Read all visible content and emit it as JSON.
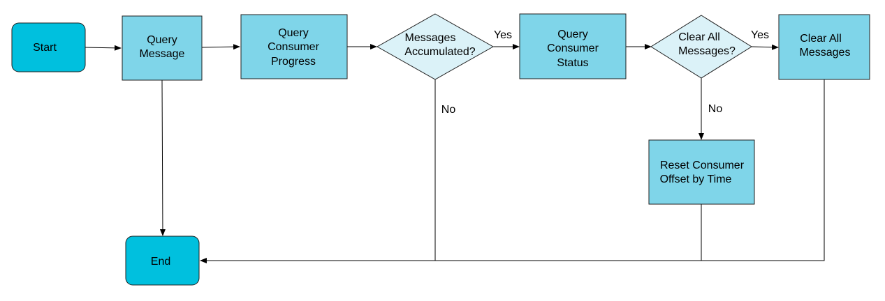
{
  "colors": {
    "terminal_fill": "#00c0de",
    "process_fill": "#7fd5e9",
    "decision_fill": "#dbf2f8",
    "stroke": "#1f1f1f",
    "line": "#000000"
  },
  "nodes": {
    "start": {
      "label": "Start"
    },
    "end": {
      "label": "End"
    },
    "query_message": {
      "line1": "Query",
      "line2": "Message"
    },
    "query_consumer_progress": {
      "line1": "Query",
      "line2": "Consumer",
      "line3": "Progress"
    },
    "messages_accumulated": {
      "line1": "Messages",
      "line2": "Accumulated?"
    },
    "query_consumer_status": {
      "line1": "Query",
      "line2": "Consumer",
      "line3": "Status"
    },
    "clear_all_messages_decision": {
      "line1": "Clear All",
      "line2": "Messages?"
    },
    "clear_all_messages": {
      "line1": "Clear All",
      "line2": "Messages"
    },
    "reset_consumer_offset": {
      "line1": "Reset Consumer",
      "line2": "Offset by Time"
    }
  },
  "edge_labels": {
    "accumulated_yes": "Yes",
    "accumulated_no": "No",
    "clear_yes": "Yes",
    "clear_no": "No"
  }
}
